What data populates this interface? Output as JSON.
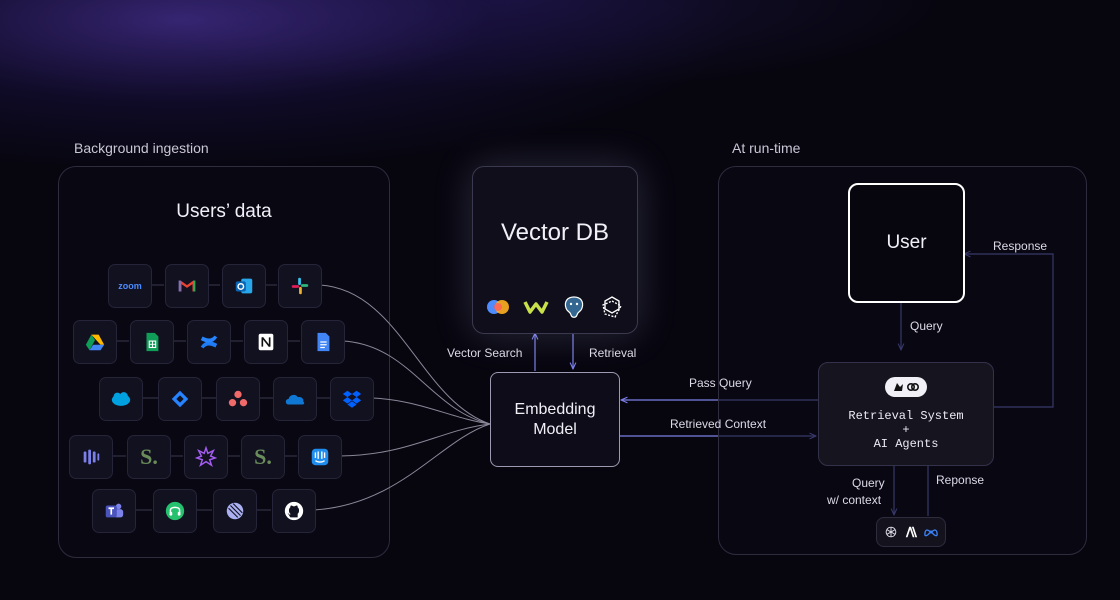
{
  "sections": {
    "left_label": "Background ingestion",
    "right_label": "At run-time"
  },
  "users_data": {
    "title": "Users’ data",
    "zoom_label": "zoom",
    "s_letter": "S."
  },
  "vector_db": {
    "title": "Vector DB",
    "icons": [
      "pinecone-icon",
      "weaviate-icon",
      "postgres-icon",
      "openai-style-icon"
    ]
  },
  "embedding_model": {
    "line1": "Embedding",
    "line2": "Model"
  },
  "user_node": {
    "label": "User"
  },
  "retrieval": {
    "line1": "Retrieval System",
    "line2": "+",
    "line3": "AI Agents"
  },
  "edges": {
    "vector_search": "Vector Search",
    "retrieval": "Retrieval",
    "pass_query": "Pass Query",
    "retrieved_context": "Retrieved Context",
    "query": "Query",
    "response": "Response",
    "query_ctx_1": "Query",
    "query_ctx_2": "w/ context",
    "reponse": "Reponse"
  },
  "colors": {
    "arrow": "#7b7fe8",
    "background": "#07060f",
    "glow": "#5a3cbe"
  }
}
